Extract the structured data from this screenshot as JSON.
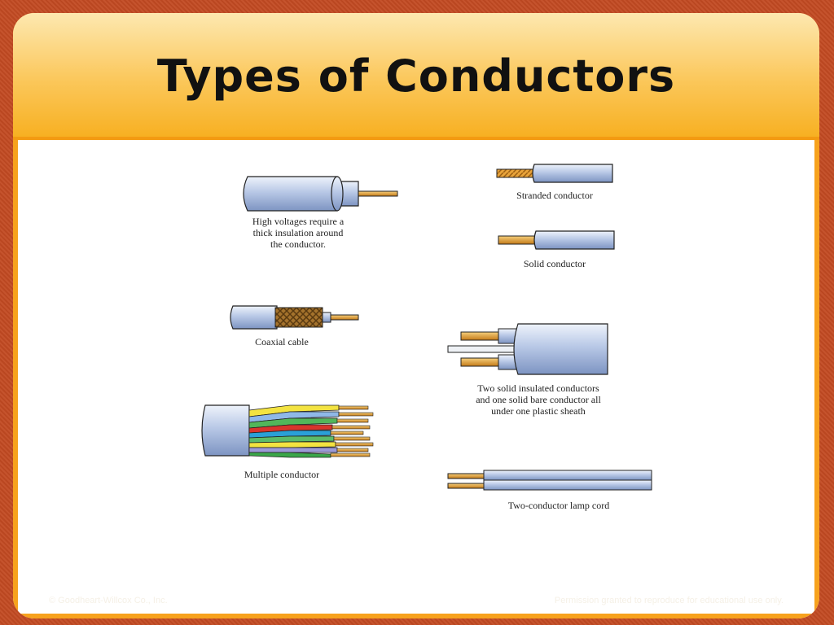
{
  "slide": {
    "title": "Types of Conductors"
  },
  "figures": {
    "high_voltage_caption": "High voltages require a\nthick insulation around\nthe conductor.",
    "stranded_caption": "Stranded conductor",
    "solid_caption": "Solid conductor",
    "coaxial_caption": "Coaxial cable",
    "two_solid_caption": "Two solid insulated conductors\nand one solid bare conductor all\nunder one plastic sheath",
    "multiple_caption": "Multiple conductor",
    "lamp_cord_caption": "Two-conductor lamp cord"
  },
  "footer": {
    "left": "© Goodheart-Willcox Co., Inc.",
    "right": "Permission granted to reproduce for educational use only."
  },
  "colors": {
    "background": "#c24a22",
    "accent": "#f7a21d",
    "copper": "#e8a33a",
    "insulation": "#c9d6ec"
  }
}
